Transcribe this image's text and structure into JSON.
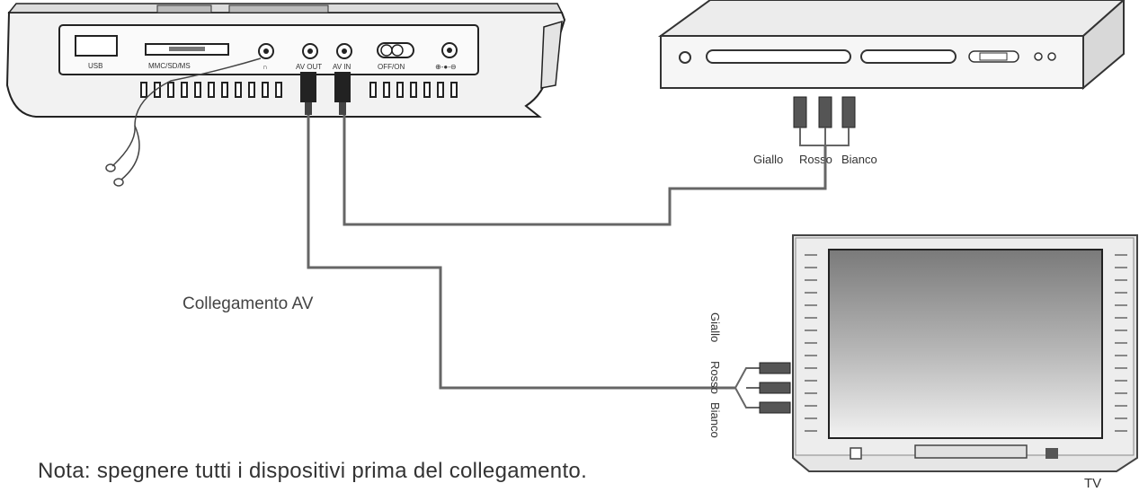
{
  "player_ports": {
    "usb": "USB",
    "card": "MMC/SD/MS",
    "headphone": "∩",
    "av_out": "AV OUT",
    "av_in": "AV IN",
    "power": "OFF/ON",
    "dc": "⊕-●-⊖"
  },
  "dvd_cables": {
    "giallo": "Giallo",
    "rosso": "Rosso",
    "bianco": "Bianco"
  },
  "tv_cables": {
    "giallo": "Giallo",
    "rosso": "Rosso",
    "bianco": "Bianco"
  },
  "connection_label": "Collegamento AV",
  "tv_label": "TV",
  "note": "Nota: spegnere tutti i dispositivi prima del collegamento."
}
